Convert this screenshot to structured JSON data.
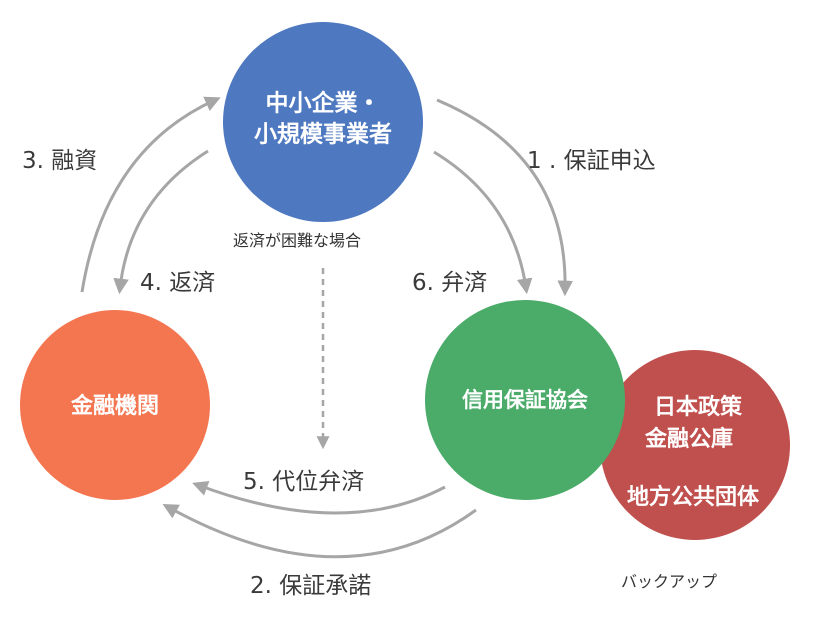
{
  "nodes": {
    "sme": {
      "line1": "中小企業・",
      "line2": "小規模事業者",
      "color": "#4e78c0"
    },
    "bank": {
      "label": "金融機関",
      "color": "#f47650"
    },
    "guarantee": {
      "label": "信用保証協会",
      "color": "#4bab69"
    },
    "backup": {
      "line1": "日本政策",
      "line2": "金融公庫",
      "line3": "地方公共団体",
      "color": "#c0504d"
    }
  },
  "edges": {
    "e1": "1 . 保証申込",
    "e2": "2. 保証承諾",
    "e3": "3. 融資",
    "e4": "4. 返済",
    "e5": "5. 代位弁済",
    "e6": "6. 弁済"
  },
  "notes": {
    "difficult": "返済が困難な場合",
    "backup": "バックアップ"
  },
  "colors": {
    "arrow": "#a6a6a6",
    "text": "#3a3a3a"
  }
}
